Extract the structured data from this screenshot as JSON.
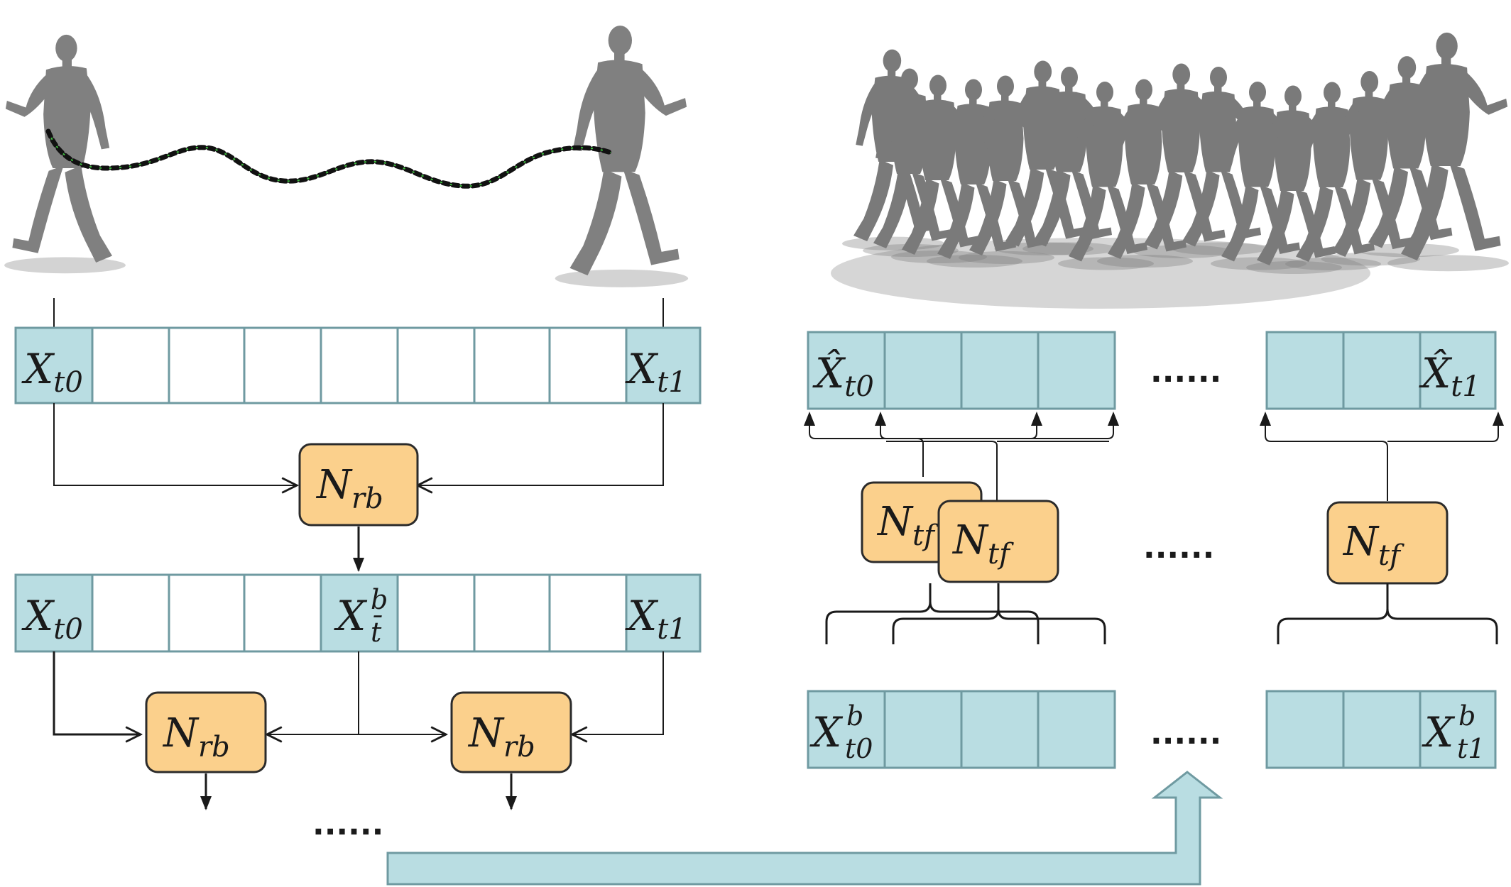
{
  "colors": {
    "cell_fill": "#b9dde2",
    "cell_stroke": "#6f9aa1",
    "net_fill": "#fbd08c",
    "net_stroke": "#2b2b2b",
    "figure_gray": "#7f7f7f",
    "path_dot": "#111111",
    "path_accent": "#3fbf3f",
    "big_arrow_fill": "#b9dde2"
  },
  "icons": {
    "left_figures": "walking-human-figure-icon",
    "right_figures": "overlapping-walking-crowd-icon"
  },
  "left_panel": {
    "row1": {
      "first_cell": {
        "base": "X",
        "sub": "t0"
      },
      "last_cell": {
        "base": "X",
        "sub": "t1"
      }
    },
    "net_top": {
      "base": "N",
      "sub": "rb"
    },
    "row2": {
      "first_cell": {
        "base": "X",
        "sub": "t0"
      },
      "middle_cell": {
        "base": "X",
        "sup": "b",
        "sub": "t̄"
      },
      "last_cell": {
        "base": "X",
        "sub": "t1"
      }
    },
    "net_bottom_left": {
      "base": "N",
      "sub": "rb"
    },
    "net_bottom_right": {
      "base": "N",
      "sub": "rb"
    },
    "ellipsis": "......"
  },
  "right_panel": {
    "top_row": {
      "first_cell": {
        "base": "X̂",
        "sub": "t0"
      },
      "last_cell": {
        "base": "X̂",
        "sub": "t1"
      },
      "ellipsis": "......"
    },
    "nets": {
      "back": {
        "base": "N",
        "sub": "tf"
      },
      "front": {
        "base": "N",
        "sub": "tf"
      },
      "right": {
        "base": "N",
        "sub": "tf"
      },
      "ellipsis": "......"
    },
    "bottom_row": {
      "first_cell": {
        "base": "X",
        "sup": "b",
        "sub": "t0"
      },
      "last_cell": {
        "base": "X",
        "sup": "b",
        "sub": "t1"
      },
      "ellipsis": "......"
    }
  }
}
